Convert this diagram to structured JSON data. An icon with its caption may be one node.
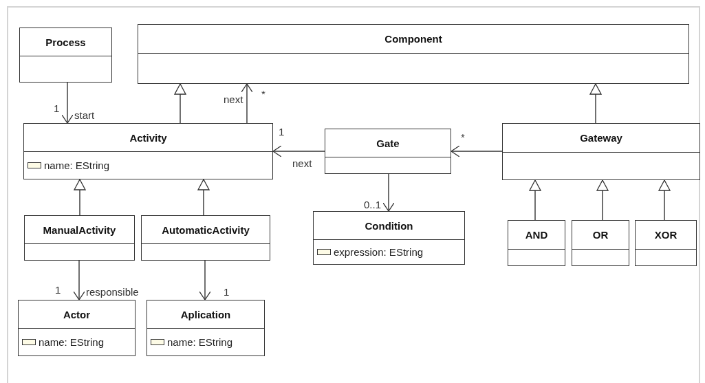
{
  "diagram": {
    "nodes": [
      {
        "text": [
          "Process"
        ]
      },
      {
        "text": [
          "Component"
        ]
      },
      {
        "text": [
          "Activity",
          "name: EString"
        ]
      },
      {
        "text": [
          "Gate"
        ]
      },
      {
        "text": [
          "Gateway"
        ]
      },
      {
        "text": [
          "ManualActivity"
        ]
      },
      {
        "text": [
          "AutomaticActivity"
        ]
      },
      {
        "text": [
          "Condition",
          "expression: EString"
        ]
      },
      {
        "text": [
          "AND"
        ]
      },
      {
        "text": [
          "OR"
        ]
      },
      {
        "text": [
          "XOR"
        ]
      },
      {
        "text": [
          "Actor",
          "name: EString"
        ]
      },
      {
        "text": [
          "Aplication",
          "name: EString"
        ]
      }
    ],
    "edges": [
      {
        "from": 0,
        "to": 2,
        "arrow": "to",
        "label": "start"
      },
      {
        "from": 2,
        "to": 1,
        "arrow": "to"
      },
      {
        "from": 2,
        "to": 1,
        "arrow": "to",
        "label": "next"
      },
      {
        "from": 4,
        "to": 1,
        "arrow": "to"
      },
      {
        "from": 3,
        "to": 2,
        "arrow": "to",
        "label": "next"
      },
      {
        "from": 4,
        "to": 3,
        "arrow": "to",
        "label": "*"
      },
      {
        "from": 5,
        "to": 2,
        "arrow": "to"
      },
      {
        "from": 6,
        "to": 2,
        "arrow": "to"
      },
      {
        "from": 3,
        "to": 7,
        "arrow": "to",
        "label": "0..1"
      },
      {
        "from": 8,
        "to": 4,
        "arrow": "to"
      },
      {
        "from": 9,
        "to": 4,
        "arrow": "to"
      },
      {
        "from": 10,
        "to": 4,
        "arrow": "to"
      },
      {
        "from": 5,
        "to": 11,
        "arrow": "to",
        "label": "responsible"
      },
      {
        "from": 6,
        "to": 12,
        "arrow": "to",
        "label": "1"
      }
    ],
    "labels": [
      "1",
      "*",
      "1",
      "1"
    ]
  }
}
